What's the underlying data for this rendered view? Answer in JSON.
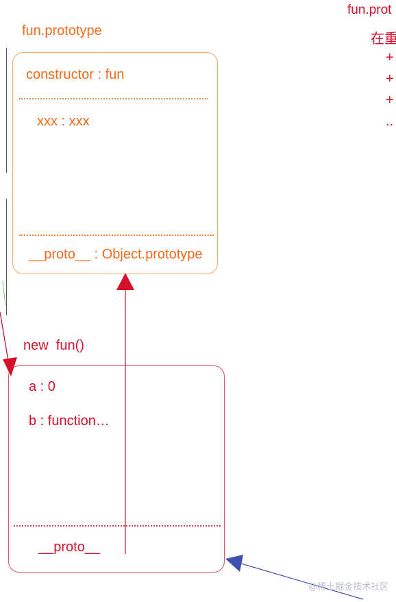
{
  "prototype_object": {
    "title": "fun.prototype",
    "constructor_row": "constructor : fun",
    "property_row": "xxx : xxx",
    "proto_row": "__proto__ : Object.prototype"
  },
  "instance_object": {
    "title": "new  fun()",
    "prop_a": "a : 0",
    "prop_b": "b : function…",
    "proto_row": "__proto__"
  },
  "side_note": {
    "title": "fun.prot",
    "subtitle": "在重",
    "lines": [
      "+",
      "+",
      "+",
      ".."
    ]
  },
  "watermark": "@稀土掘金技术社区",
  "colors": {
    "orange": "#f26a1b",
    "red": "#d5102a",
    "blue_arrow": "#3f4fb0"
  }
}
